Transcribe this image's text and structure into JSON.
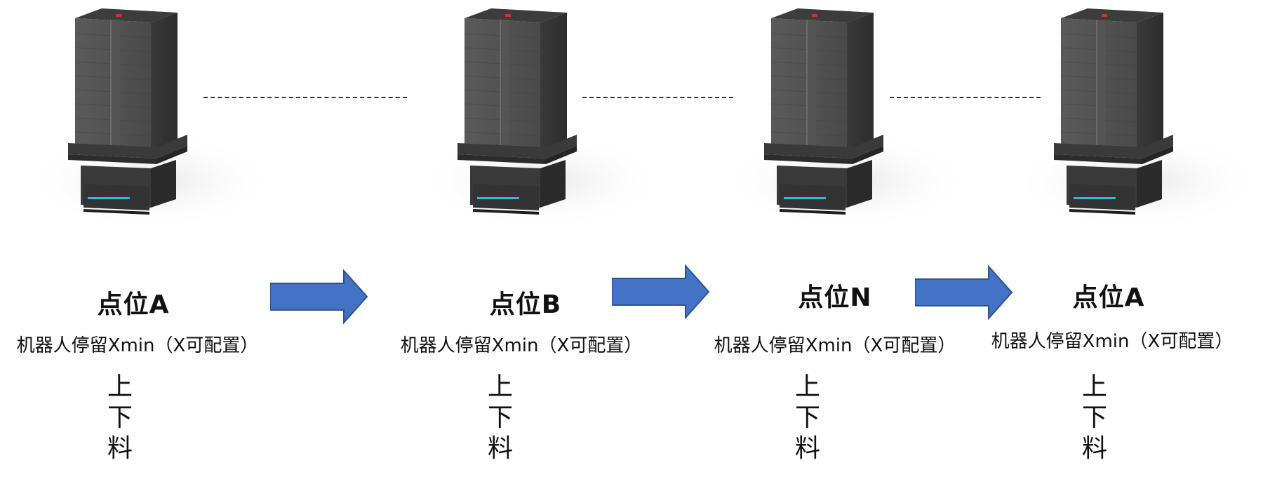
{
  "diagram": {
    "stations": [
      {
        "title": "点位A",
        "dwell": "机器人停留Xmin（X可配置）",
        "action": [
          "上",
          "下",
          "料"
        ]
      },
      {
        "title": "点位B",
        "dwell": "机器人停留Xmin（X可配置）",
        "action": [
          "上",
          "下",
          "料"
        ]
      },
      {
        "title": "点位N",
        "dwell": "机器人停留Xmin（X可配置）",
        "action": [
          "上",
          "下",
          "料"
        ]
      },
      {
        "title": "点位A",
        "dwell": "机器人停留Xmin（X可配置）",
        "action": [
          "上",
          "下",
          "料"
        ]
      }
    ],
    "colors": {
      "arrow_fill": "#4472C4",
      "arrow_stroke": "#2F528F",
      "robot_body": "#4a4a4a",
      "robot_dark": "#2e2e2e",
      "robot_light": "#5c5c5c",
      "led": "#2fb8e0"
    }
  }
}
